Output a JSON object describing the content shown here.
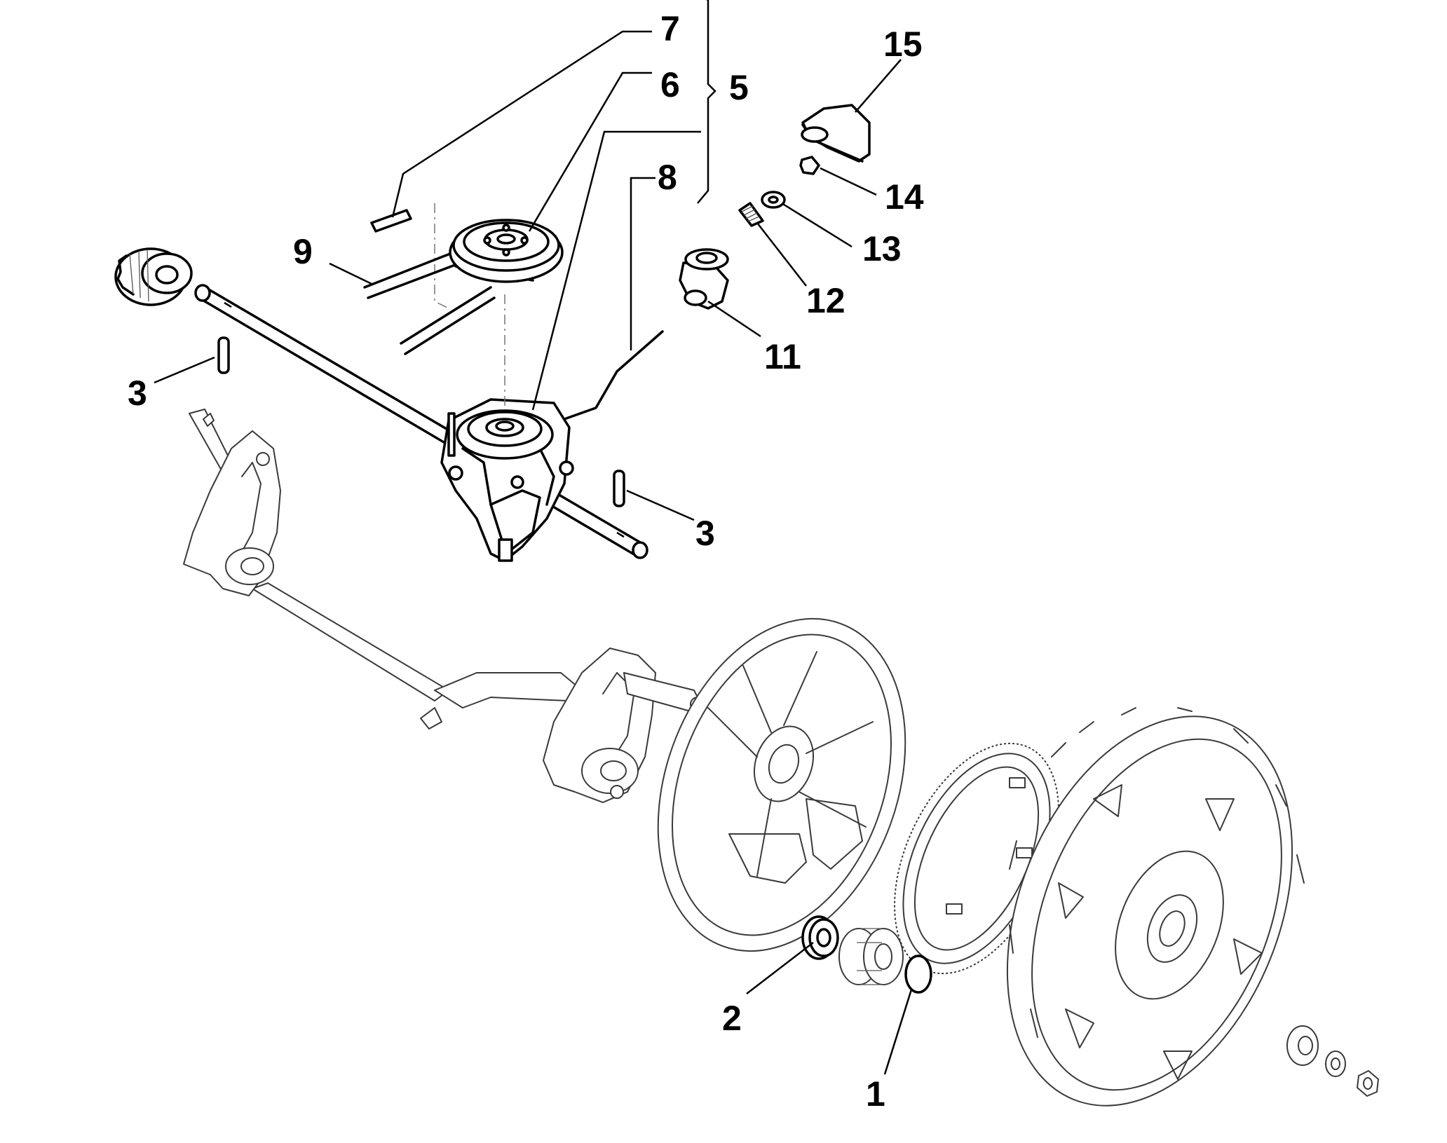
{
  "diagram": {
    "callouts": [
      {
        "id": "c7",
        "text": "7"
      },
      {
        "id": "c6",
        "text": "6"
      },
      {
        "id": "c5",
        "text": "5"
      },
      {
        "id": "c8",
        "text": "8"
      },
      {
        "id": "c9",
        "text": "9"
      },
      {
        "id": "c15",
        "text": "15"
      },
      {
        "id": "c14",
        "text": "14"
      },
      {
        "id": "c13",
        "text": "13"
      },
      {
        "id": "c12",
        "text": "12"
      },
      {
        "id": "c11",
        "text": "11"
      },
      {
        "id": "c3a",
        "text": "3"
      },
      {
        "id": "c3b",
        "text": "3"
      },
      {
        "id": "c2",
        "text": "2"
      },
      {
        "id": "c1",
        "text": "1"
      }
    ]
  }
}
